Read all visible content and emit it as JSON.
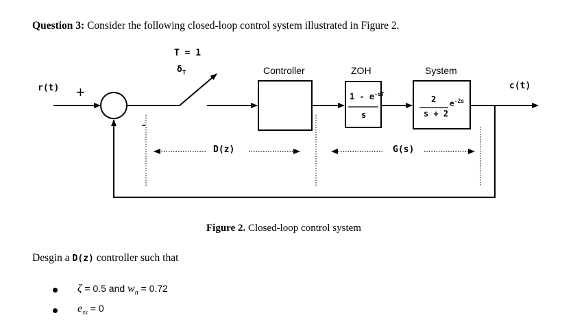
{
  "question": {
    "number": "Question 3:",
    "text": " Consider the following closed-loop control system illustrated in Figure 2."
  },
  "diagram": {
    "sampling_period": "T = 1",
    "impulse_label": "δ",
    "impulse_sub": "T",
    "input": "r(t)",
    "output": "c(t)",
    "plus_sign": "+",
    "minus_sign": "-",
    "controller_label": "Controller",
    "zoh_label": "ZOH",
    "system_label": "System",
    "zoh_numerator": "1 - e",
    "zoh_exp": "-sT",
    "zoh_denominator": "s",
    "sys_numerator": "2",
    "sys_denominator": "s + 2",
    "sys_exp_base": "e",
    "sys_exp": "-2s",
    "dz_label": "D(z)",
    "gs_label": "G(s)"
  },
  "caption": {
    "figure": "Figure 2.",
    "text": " Closed-loop control system"
  },
  "task": {
    "prefix": "Desgin a ",
    "controller": "D(z)",
    "suffix": " controller such that"
  },
  "conditions": {
    "zeta_symbol": "ζ",
    "zeta_value": " = 0.5 and ",
    "wn_symbol": "w",
    "wn_sub": "n",
    "wn_value": " = 0.72",
    "ess_symbol": "e",
    "ess_sub": "ss",
    "ess_value": " = 0"
  }
}
